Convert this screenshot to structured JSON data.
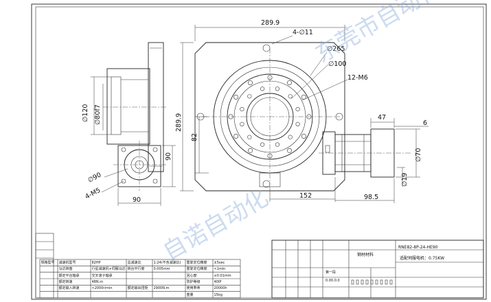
{
  "dimensions": {
    "width_top": "289.9",
    "holes_4": "4-∅11",
    "dia_265": "∅265",
    "dia_100": "∅100",
    "thread_12": "12-M6",
    "height_right": "289.9",
    "dim_82": "82",
    "dim_152": "152",
    "dim_98_5": "98.5",
    "dia_70": "∅70",
    "dia_19": "∅19",
    "dim_6": "6",
    "dim_47": "47",
    "side_dia_120": "∅120",
    "side_dia_80": "∅80f7",
    "flange_dia_90": "∅90",
    "flange_thread": "4-M5",
    "flange_90_h": "90",
    "flange_90_v": "90"
  },
  "title_block": {
    "model_code": "RNE82-8P-24-HE90",
    "motor_note": "适配伺服电机：0.75KW",
    "cell_small": "钢材材料",
    "stage_ratio": "第一段",
    "stage_sub": "0.00.0.0"
  },
  "spec_table": {
    "rows": [
      [
        "规格型号",
        "减速机型号",
        "82HP",
        "总减速比",
        "1:24(不含减速比)",
        "重复定位精度",
        "±5sec"
      ],
      [
        "",
        "马达转盘",
        "行星减速机+伺服马达",
        "转台平行度",
        "0.005mm",
        "重复定位精度",
        "<1min"
      ],
      [
        "",
        "额定平台轴承",
        "交叉滚子轴承",
        "",
        "",
        "回心度",
        "≤0.01mm"
      ],
      [
        "",
        "额定转速",
        "48N.m",
        "",
        "",
        "防护等级",
        "40IP"
      ],
      [
        "",
        "额定输入转速",
        "<2000r/min",
        "额定输出扭矩",
        "2900N.m",
        "使用寿命",
        "20000h"
      ],
      [
        "",
        "",
        "",
        "",
        "",
        "重量",
        "15kg"
      ]
    ]
  },
  "watermark": {
    "text_top": "东莞市自动化科技有限公司",
    "text_bottom": "自诺自动化"
  }
}
